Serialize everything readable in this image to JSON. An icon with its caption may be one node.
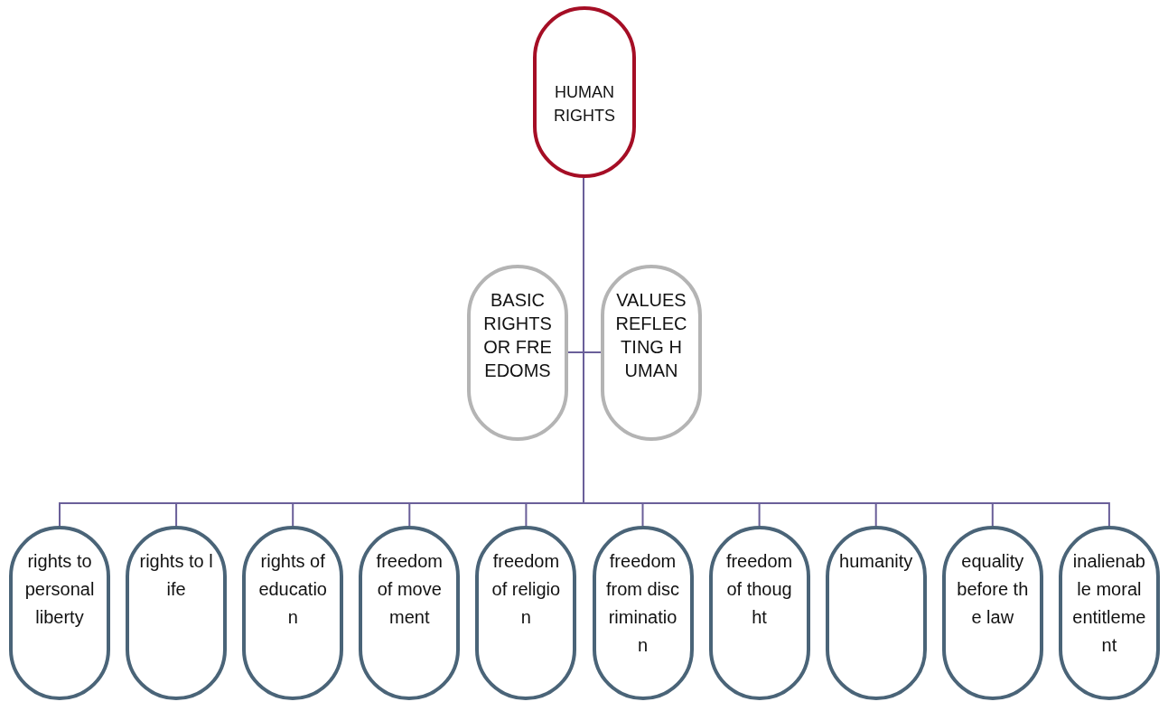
{
  "diagram": {
    "nodes": [
      {
        "text": [
          "HUMAN RIGHTS"
        ]
      },
      {
        "text": [
          "BASIC RIGHTS OR FREEDOMS"
        ]
      },
      {
        "text": [
          "VALUES REFLECTING HUMAN"
        ]
      },
      {
        "text": [
          "rights to personal liberty"
        ]
      },
      {
        "text": [
          "rights to life"
        ]
      },
      {
        "text": [
          "rights of education"
        ]
      },
      {
        "text": [
          "freedom of movement"
        ]
      },
      {
        "text": [
          "freedom of religion"
        ]
      },
      {
        "text": [
          "freedom from discrimination"
        ]
      },
      {
        "text": [
          "freedom of thought"
        ]
      },
      {
        "text": [
          "humanity"
        ]
      },
      {
        "text": [
          "equality before the law"
        ]
      },
      {
        "text": [
          "inalienable moral entitlement"
        ]
      }
    ],
    "edges": [
      {
        "from": 0,
        "to": 1,
        "arrow": "none"
      },
      {
        "from": 0,
        "to": 2,
        "arrow": "none"
      },
      {
        "from": 0,
        "to": 3,
        "arrow": "none"
      },
      {
        "from": 0,
        "to": 4,
        "arrow": "none"
      },
      {
        "from": 0,
        "to": 5,
        "arrow": "none"
      },
      {
        "from": 0,
        "to": 6,
        "arrow": "none"
      },
      {
        "from": 0,
        "to": 7,
        "arrow": "none"
      },
      {
        "from": 0,
        "to": 8,
        "arrow": "none"
      },
      {
        "from": 0,
        "to": 9,
        "arrow": "none"
      },
      {
        "from": 0,
        "to": 10,
        "arrow": "none"
      },
      {
        "from": 0,
        "to": 11,
        "arrow": "none"
      },
      {
        "from": 0,
        "to": 12,
        "arrow": "none"
      }
    ]
  }
}
